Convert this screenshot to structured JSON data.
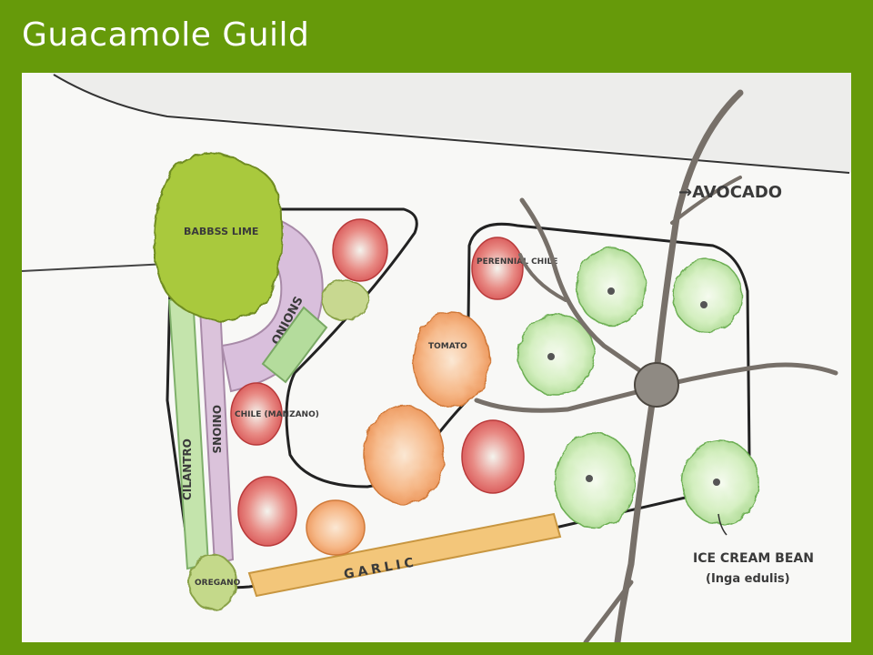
{
  "slide": {
    "title": "Guacamole Guild"
  },
  "diagram": {
    "labels": {
      "barbss_lime": "BABBSS LIME",
      "onions_top": "ONIONS",
      "onions_side": "ONIONS",
      "cilantro": "CILANTRO",
      "chile_manzano": "CHILE (MANZANO)",
      "perennial_chile": "PERENNIAL CHILE",
      "tomato": "TOMATO",
      "garlic": "GARLIC",
      "oregano": "OREGANO",
      "avocado": "→AVOCADO",
      "ice_cream_bean": "ICE CREAM BEAN",
      "inga_edulis": "(Inga edulis)"
    },
    "colors": {
      "background": "#669a0a",
      "paper": "#f8f8f6",
      "lime_tree": "#a8c93a",
      "onion": "#d8b8d8",
      "cilantro": "#b8dca0",
      "garlic": "#f0c070",
      "tomato": "#e87070",
      "squash": "#f4a868",
      "bean_tree": "#c8ecb0",
      "trunk": "#7a726a"
    }
  }
}
